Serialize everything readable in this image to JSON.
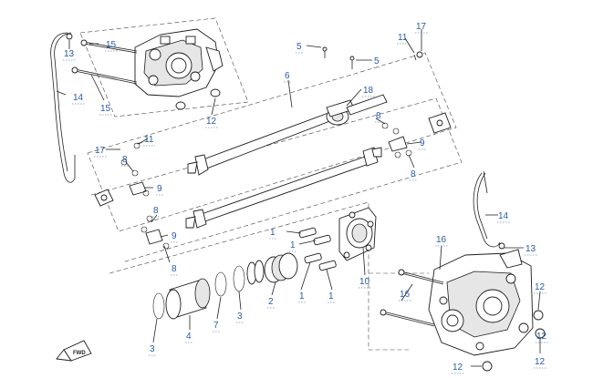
{
  "callouts": [
    {
      "id": "c13a",
      "text": "13"
    },
    {
      "id": "c15a",
      "text": "15"
    },
    {
      "id": "c14a",
      "text": "14"
    },
    {
      "id": "c15b",
      "text": "15"
    },
    {
      "id": "c12a",
      "text": "12"
    },
    {
      "id": "c5a",
      "text": "5"
    },
    {
      "id": "c5b",
      "text": "5"
    },
    {
      "id": "c6",
      "text": "6"
    },
    {
      "id": "c18",
      "text": "18"
    },
    {
      "id": "c11a",
      "text": "11"
    },
    {
      "id": "c17a",
      "text": "17"
    },
    {
      "id": "c8a",
      "text": "8"
    },
    {
      "id": "c9a",
      "text": "9"
    },
    {
      "id": "c8b",
      "text": "8"
    },
    {
      "id": "c17b",
      "text": "17"
    },
    {
      "id": "c11b",
      "text": "11"
    },
    {
      "id": "c8c",
      "text": "8"
    },
    {
      "id": "c9b",
      "text": "9"
    },
    {
      "id": "c8d",
      "text": "8"
    },
    {
      "id": "c9c",
      "text": "9"
    },
    {
      "id": "c8e",
      "text": "8"
    },
    {
      "id": "c1a",
      "text": "1"
    },
    {
      "id": "c1b",
      "text": "1"
    },
    {
      "id": "c1c",
      "text": "1"
    },
    {
      "id": "c1d",
      "text": "1"
    },
    {
      "id": "c10",
      "text": "10"
    },
    {
      "id": "c2",
      "text": "2"
    },
    {
      "id": "c3a",
      "text": "3"
    },
    {
      "id": "c7",
      "text": "7"
    },
    {
      "id": "c4",
      "text": "4"
    },
    {
      "id": "c3b",
      "text": "3"
    },
    {
      "id": "c14b",
      "text": "14"
    },
    {
      "id": "c16a",
      "text": "16"
    },
    {
      "id": "c13b",
      "text": "13"
    },
    {
      "id": "c16b",
      "text": "16"
    },
    {
      "id": "c12b",
      "text": "12"
    },
    {
      "id": "c12c",
      "text": "12"
    },
    {
      "id": "c12d",
      "text": "12"
    },
    {
      "id": "c12e",
      "text": "12"
    }
  ],
  "fwd_text": "FWD"
}
